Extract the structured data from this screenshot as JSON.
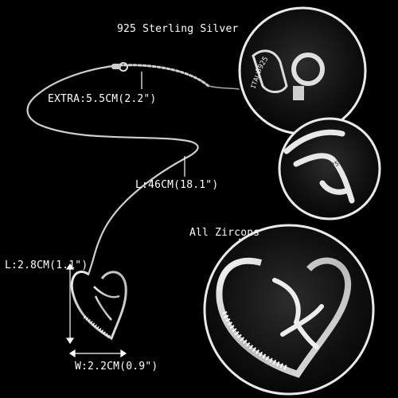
{
  "callouts": {
    "material": "925 Sterling Silver",
    "extra_length": "EXTRA:5.5CM(2.2\")",
    "chain_length": "L:46CM(18.1\")",
    "zircons": "All Zircons",
    "pendant_length": "L:2.8CM(1.1\")",
    "pendant_width": "W:2.2CM(0.9\")"
  },
  "stamps": {
    "clasp_925": "S925",
    "clasp_italy": "ITALY",
    "pendant_925": "S925"
  },
  "colors": {
    "background": "#000000",
    "label_text": "#ffffff",
    "silver": "#d9d9d9",
    "callout_line": "#ffffff"
  }
}
